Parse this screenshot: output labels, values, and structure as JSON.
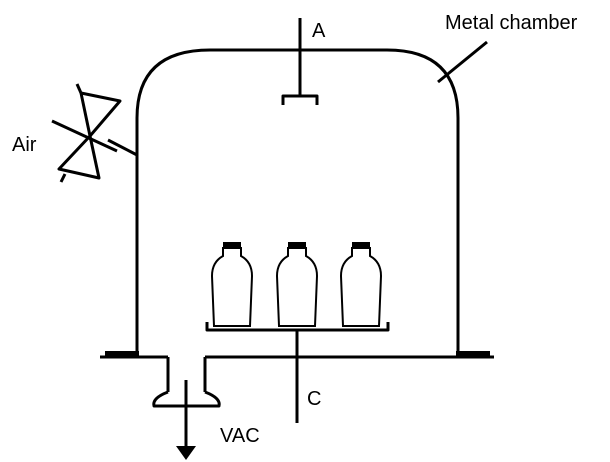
{
  "labels": {
    "top_probe": "A",
    "chamber": "Metal chamber",
    "valve": "Air",
    "bottom_probe": "C",
    "vacuum": "VAC"
  },
  "diagram": {
    "bottle_count": 3,
    "ink_color": "#000000",
    "background": "#ffffff"
  }
}
